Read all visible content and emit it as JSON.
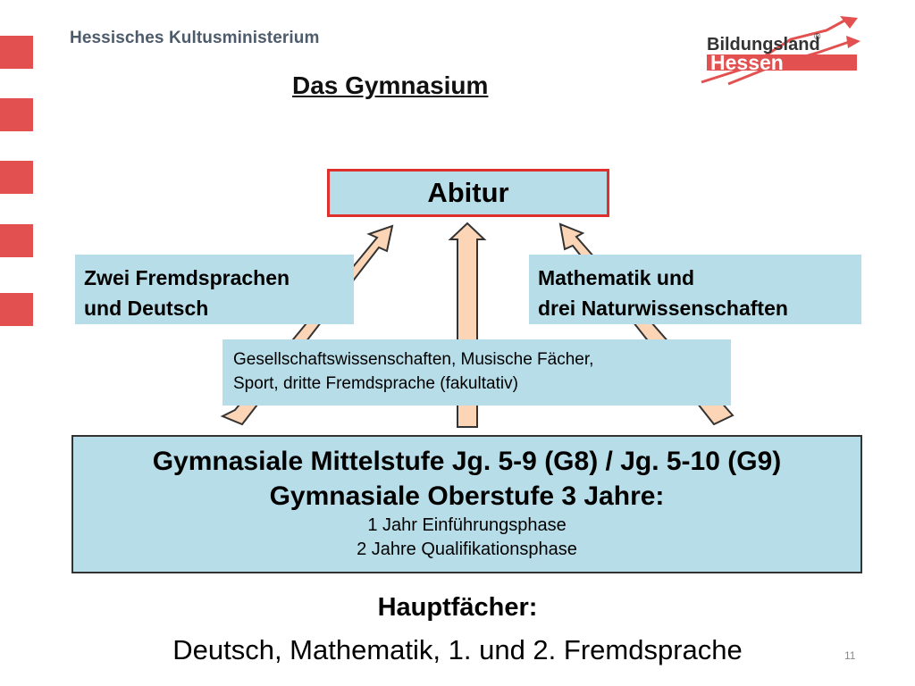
{
  "header": {
    "ministry": "Hessisches Kultusministerium",
    "logo_line1": "Bildungsland",
    "logo_reg": "®",
    "logo_line2": "Hessen"
  },
  "title": "Das Gymnasium",
  "diagram": {
    "top": "Abitur",
    "left_box": {
      "line1": "Zwei Fremdsprachen",
      "line2": "und Deutsch"
    },
    "right_box": {
      "line1": "Mathematik und",
      "line2": "drei Naturwissenschaften"
    },
    "middle_box": {
      "line1": "Gesellschaftswissenschaften, Musische Fächer,",
      "line2": "Sport, dritte Fremdsprache (fakultativ)"
    },
    "base": {
      "line1": "Gymnasiale Mittelstufe Jg. 5-9 (G8) / Jg. 5-10 (G9)",
      "line2": "Gymnasiale Oberstufe 3 Jahre:",
      "line3": "1 Jahr Einführungsphase",
      "line4": "2 Jahre Qualifikationsphase"
    }
  },
  "main_subjects": {
    "heading": "Hauptfächer:",
    "list": "Deutsch, Mathematik, 1. und 2. Fremdsprache"
  },
  "page_number": "11",
  "colors": {
    "accent_red": "#e2504f",
    "box_fill": "#b7dde8",
    "arrow_fill": "#fbd5b5"
  }
}
